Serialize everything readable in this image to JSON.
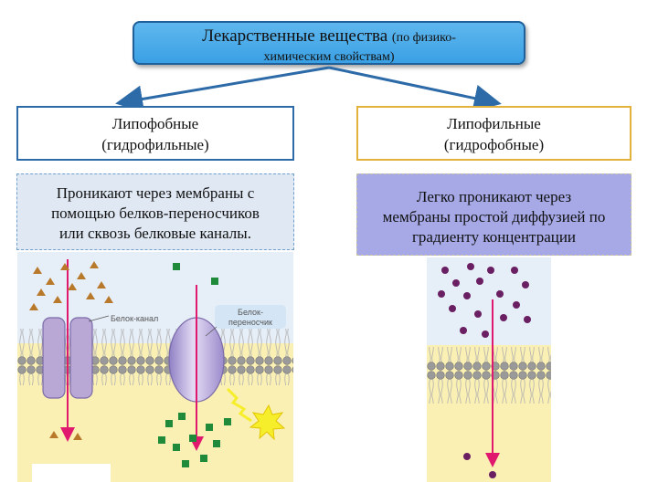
{
  "title": {
    "main": "Лекарственные вещества",
    "paren_start": "(по физико-",
    "sub": "химическим свойствам)",
    "bg_color": "#4aa9e8"
  },
  "categories": {
    "left": {
      "line1": "Липофобные",
      "line2": "(гидрофильные)"
    },
    "right": {
      "line1": "Липофильные",
      "line2": "(гидрофобные)"
    }
  },
  "descriptions": {
    "left": {
      "line1": "Проникают через мембраны с",
      "line2": "помощью белков-переносчиков",
      "line3": "или сквозь белковые каналы."
    },
    "right": {
      "line1": "Легко проникают через",
      "line2": "мембраны простой диффузией по",
      "line3": "градиенту концентрации"
    }
  },
  "figure": {
    "channel_label": "Белок-канал",
    "carrier_label_line1": "Белок-",
    "carrier_label_line2": "переносчик"
  },
  "colors": {
    "membrane_head": "#9a9a9a",
    "top_fluid": "#e6eef8",
    "bottom_fluid": "#faf0b4",
    "arrow": "#e0186e",
    "channel": "#b9a7d6",
    "carrier": "#b0a0d8",
    "green_particle": "#1f8a3a",
    "brown_particle": "#b87a2a",
    "purple_particle": "#6a1f62"
  }
}
